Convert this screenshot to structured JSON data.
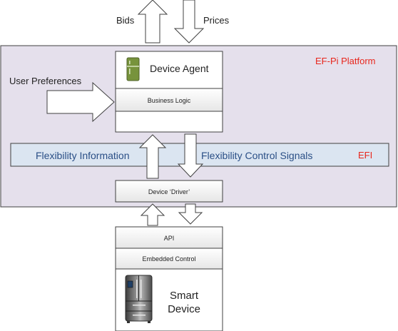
{
  "top": {
    "bids_label": "Bids",
    "prices_label": "Prices"
  },
  "platform": {
    "title": "EF-Pi Platform",
    "title_color": "#e8261c"
  },
  "user_preferences": {
    "label": "User Preferences"
  },
  "device_agent": {
    "title": "Device Agent",
    "business_logic_label": "Business Logic",
    "icon": "fridge-icon"
  },
  "efi_band": {
    "flexibility_information_label": "Flexibility Information",
    "flexibility_control_signals_label": "Flexibility Control Signals",
    "efi_label": "EFI",
    "efi_color": "#e8261c",
    "text_color": "#2a4f86"
  },
  "device_driver": {
    "label": "Device ‘Driver’"
  },
  "smart_device": {
    "api_label": "API",
    "embedded_control_label": "Embedded Control",
    "title_line1": "Smart",
    "title_line2": "Device",
    "icon": "refrigerator-icon"
  },
  "colors": {
    "platform_fill": "#e5e0ec",
    "efi_fill": "#dbe5f1",
    "stroke": "#404040"
  }
}
